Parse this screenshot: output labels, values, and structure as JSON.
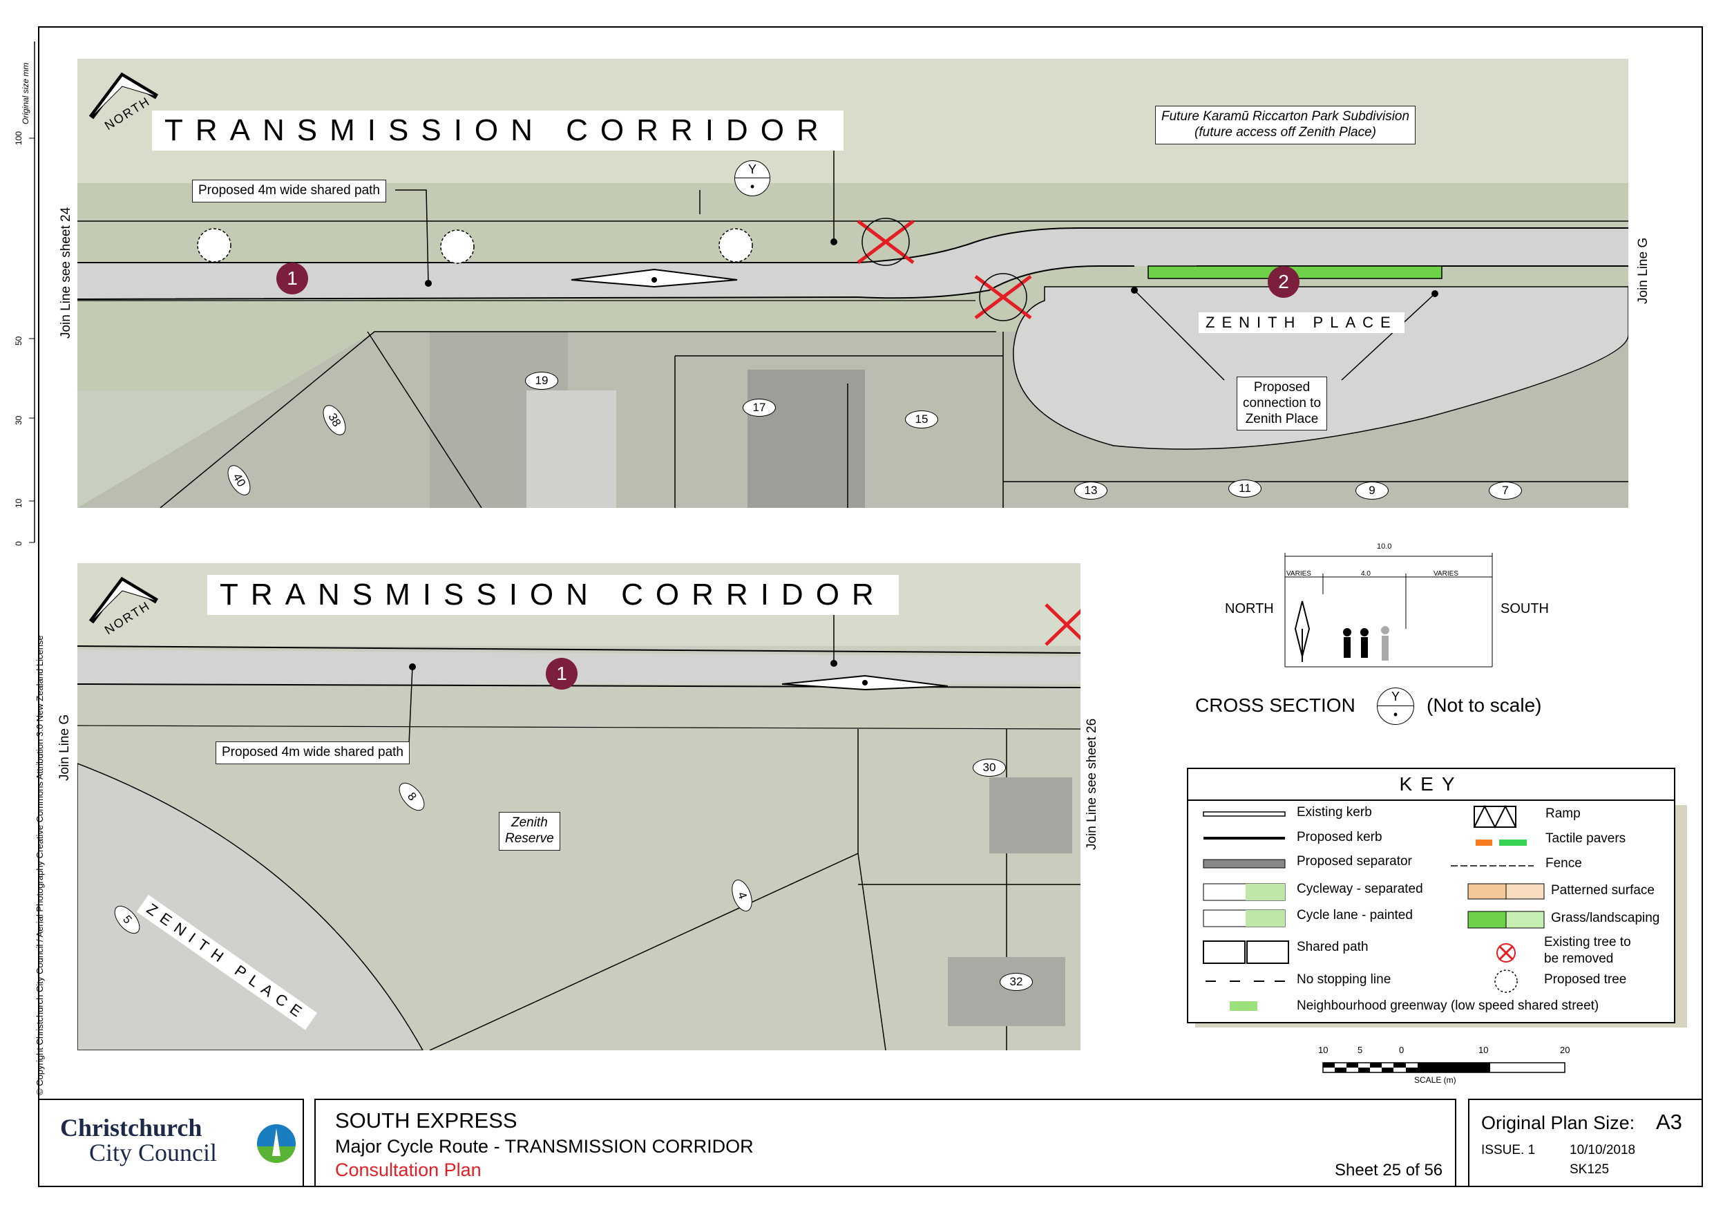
{
  "ruler": {
    "caption": "Original size mm",
    "ticks": [
      "100",
      "50",
      "30",
      "10",
      "0"
    ]
  },
  "copyright": "© Copyright Christchurch City Council  / Aerial Photography Creative Commons Attribution 3.0 New Zealand License",
  "top_panel": {
    "north": "NORTH",
    "title": "TRANSMISSION CORRIDOR",
    "path_label": "Proposed 4m wide shared path",
    "section_marker": "Y",
    "future_label_line1": "Future Karamū Riccarton Park Subdivision",
    "future_label_line2": "(future access off Zenith Place)",
    "join_left": "Join Line see sheet 24",
    "join_right": "Join Line  G",
    "street": "ZENITH PLACE",
    "connection_line1": "Proposed",
    "connection_line2": "connection to",
    "connection_line3": "Zenith Place",
    "marker1": "1",
    "marker2": "2",
    "lots": [
      "19",
      "38",
      "40",
      "17",
      "15",
      "13",
      "11",
      "9",
      "7"
    ]
  },
  "bottom_panel": {
    "north": "NORTH",
    "title": "TRANSMISSION CORRIDOR",
    "path_label": "Proposed 4m wide shared path",
    "reserve_line1": "Zenith",
    "reserve_line2": "Reserve",
    "join_left": "Join Line  G",
    "join_right": "Join Line see sheet 26",
    "street": "ZENITH PLACE",
    "marker1": "1",
    "lots": [
      "8",
      "30",
      "4",
      "5",
      "32"
    ]
  },
  "cross_section": {
    "total": "10.0",
    "left_dim": "VARIES",
    "mid_dim": "4.0",
    "right_dim": "VARIES",
    "north": "NORTH",
    "south": "SOUTH",
    "title": "CROSS SECTION",
    "marker": "Y",
    "note": "(Not to scale)"
  },
  "key": {
    "title": "KEY",
    "left_items": [
      "Existing kerb",
      "Proposed kerb",
      "Proposed separator",
      "Cycleway - separated",
      "Cycle lane - painted",
      "Shared path",
      "No stopping line"
    ],
    "right_items": [
      "Ramp",
      "Tactile pavers",
      "Fence",
      "Patterned surface",
      "Grass/landscaping",
      "Existing tree to",
      "be removed",
      "Proposed tree"
    ],
    "greenway": "Neighbourhood greenway (low speed shared street)"
  },
  "scale": {
    "ticks": [
      "10",
      "5",
      "0",
      "10",
      "20"
    ],
    "caption": "SCALE (m)"
  },
  "title_block": {
    "council_line1": "Christchurch",
    "council_line2": "City Council",
    "project": "SOUTH EXPRESS",
    "route": "Major Cycle Route - TRANSMISSION CORRIDOR",
    "plan_type": "Consultation Plan",
    "sheet_prefix": "Sheet",
    "sheet_no": "25",
    "sheet_of": "of 56",
    "plan_size_label": "Original Plan Size:",
    "plan_size": "A3",
    "issue": "ISSUE. 1",
    "date": "10/10/2018",
    "drawing_no": "SK125"
  },
  "colors": {
    "marker": "#7b1f3c",
    "remove_tree": "#e31e24",
    "plan_size_red": "#e31e24",
    "grass": "#6dd14a",
    "tactile_orange": "#f47b20",
    "tactile_green": "#39d353",
    "patterned": "#f5c89a"
  }
}
